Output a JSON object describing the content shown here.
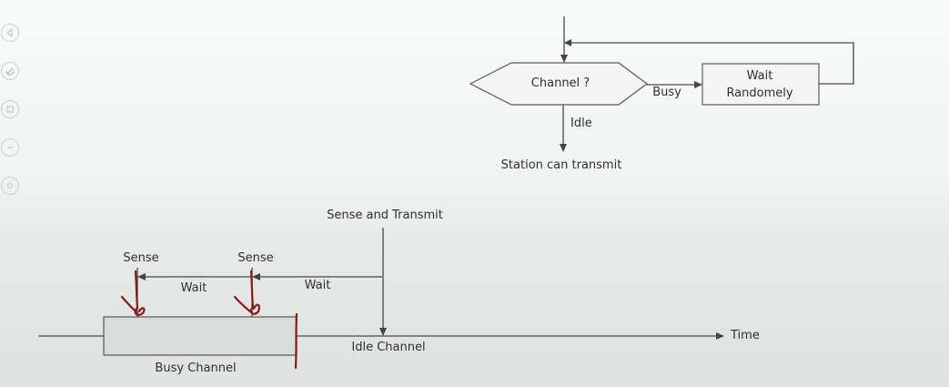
{
  "flowchart": {
    "decision_label": "Channel ?",
    "busy_label": "Busy",
    "wait_line1": "Wait",
    "wait_line2": "Randomely",
    "idle_label": "Idle",
    "result_label": "Station can transmit"
  },
  "timeline": {
    "sense_transmit_label": "Sense and Transmit",
    "sense_label_1": "Sense",
    "sense_label_2": "Sense",
    "wait_label_1": "Wait",
    "wait_label_2": "Wait",
    "busy_channel_label": "Busy Channel",
    "idle_channel_label": "Idle Channel",
    "time_label": "Time"
  },
  "annotation_color": "#8a1a1a",
  "toolbar_icons": [
    "previous-icon",
    "pen-icon",
    "highlighter-icon",
    "eraser-icon",
    "settings-icon"
  ]
}
